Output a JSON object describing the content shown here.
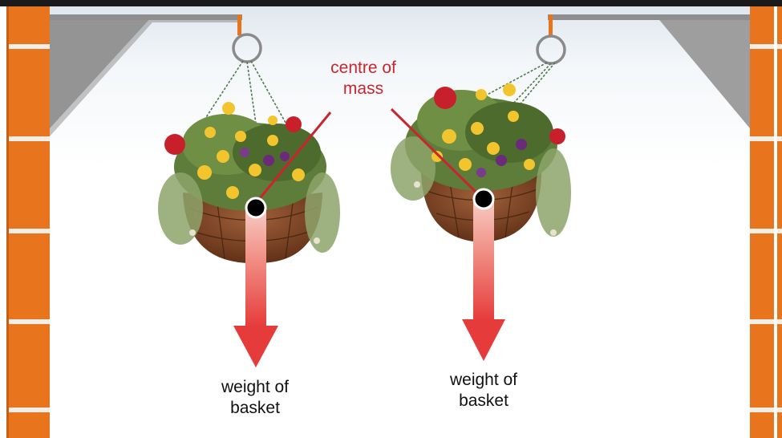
{
  "labels": {
    "centre_line1": "centre of",
    "centre_line2": "mass",
    "left_weight_line1": "weight of",
    "left_weight_line2": "basket",
    "right_weight_line1": "weight of",
    "right_weight_line2": "basket"
  },
  "colors": {
    "brick": "#e8741e",
    "mortar": "#f4eee6",
    "bracket": "#9e9e9e",
    "sky": "#eef3f7",
    "arrow": "#e63b3b",
    "label_red": "#c8262f",
    "centre_dot": "#000000",
    "basket": "#8b4a22"
  },
  "icons": [
    "brick-wall",
    "wall-bracket",
    "hanging-basket",
    "flowers",
    "weight-arrow",
    "centre-of-mass-dot"
  ]
}
